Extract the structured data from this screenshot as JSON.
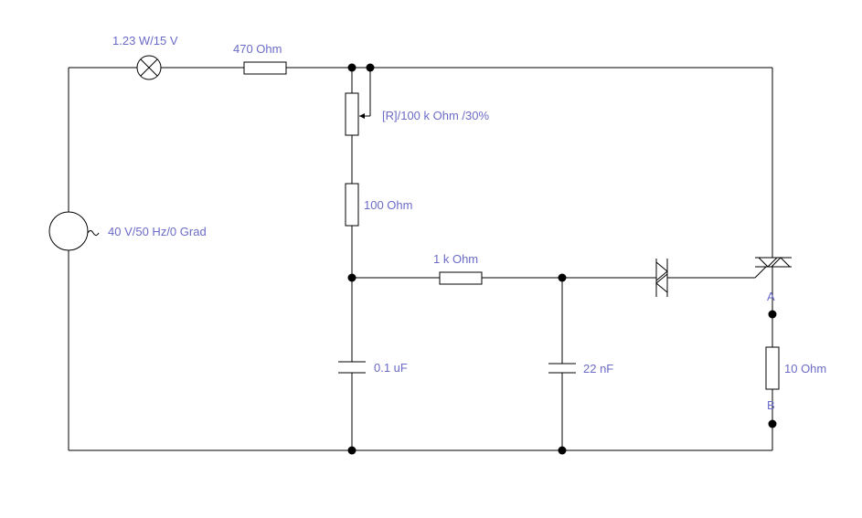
{
  "colors": {
    "wire": "#000000",
    "label": "#6b6bc8",
    "background": "#ffffff"
  },
  "components": {
    "lamp": {
      "label": "1.23 W/15 V",
      "icon": "lamp-icon"
    },
    "r_470": {
      "label": "470  Ohm",
      "icon": "resistor-icon"
    },
    "potentiometer": {
      "label": "[R]/100 k Ohm /30%",
      "icon": "potentiometer-icon"
    },
    "r_100": {
      "label": "100  Ohm",
      "icon": "resistor-icon"
    },
    "ac_source": {
      "label": "40 V/50 Hz/0 Grad",
      "icon": "ac-source-icon"
    },
    "r_1k": {
      "label": "1 k Ohm",
      "icon": "resistor-icon"
    },
    "diac": {
      "icon": "diac-icon"
    },
    "triac": {
      "icon": "triac-icon"
    },
    "c_01u": {
      "label": "0.1 uF",
      "icon": "capacitor-icon"
    },
    "c_22n": {
      "label": "22 nF",
      "icon": "capacitor-icon"
    },
    "r_10": {
      "label": "10  Ohm",
      "icon": "resistor-icon"
    }
  },
  "terminals": {
    "a": "A",
    "b": "B"
  }
}
